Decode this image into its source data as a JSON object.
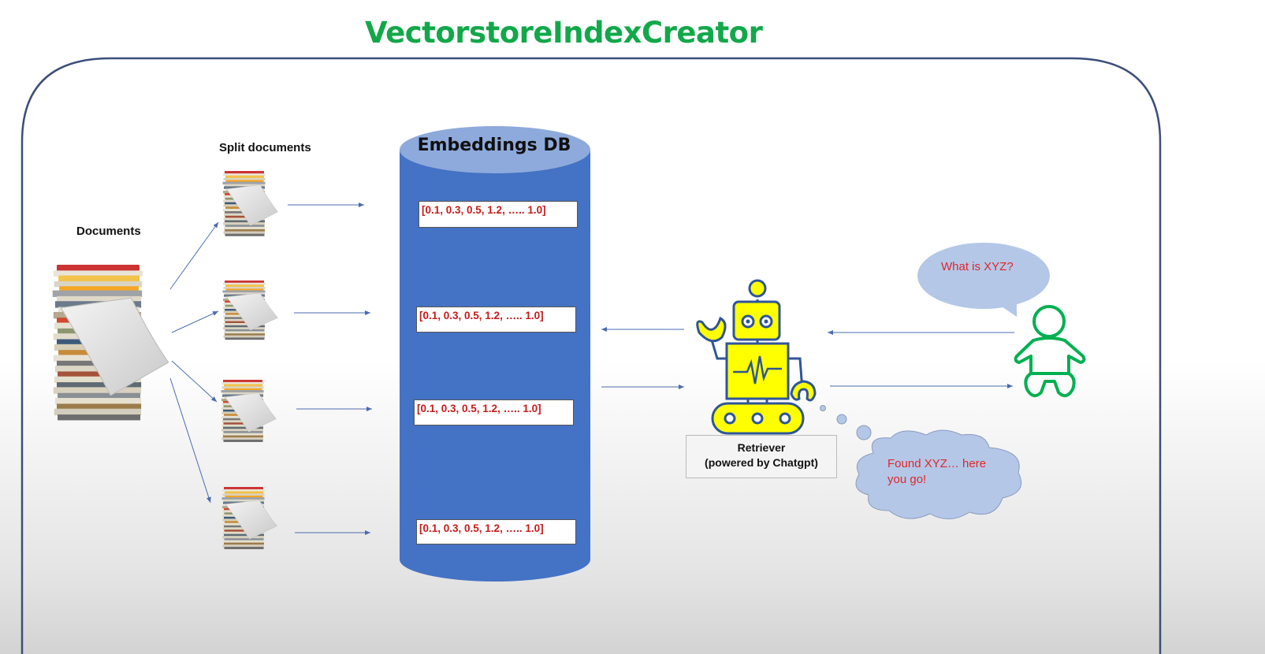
{
  "title": "VectorstoreIndexCreator",
  "documents_label": "Documents",
  "split_label": "Split documents",
  "db_label": "Embeddings DB",
  "embeddings": [
    "[0.1, 0.3, 0.5, 1.2, ….. 1.0]",
    "[0.1, 0.3, 0.5, 1.2, ….. 1.0]",
    "[0.1, 0.3, 0.5, 1.2, ….. 1.0]",
    "[0.1, 0.3, 0.5, 1.2, ….. 1.0]"
  ],
  "retriever": {
    "line1": "Retriever",
    "line2": "(powered by Chatgpt)"
  },
  "question_bubble": "What is XYZ?",
  "answer_bubble": {
    "line1": "Found XYZ… here",
    "line2": "you go!"
  },
  "colors": {
    "title": "#12a84a",
    "db": "#4472c4",
    "db_top": "#8eaadc",
    "embedding_text": "#c81a1a",
    "robot": "#ffff00",
    "robot_outline": "#2f5597",
    "baby": "#00b050",
    "bubble": "#b4c7e7",
    "bubble_text": "#e0262a",
    "arrow": "#4a6bb0"
  },
  "icons": [
    "document-stack-icon",
    "split-document-icon",
    "robot-icon",
    "baby-icon",
    "speech-bubble-icon",
    "thought-cloud-icon"
  ]
}
